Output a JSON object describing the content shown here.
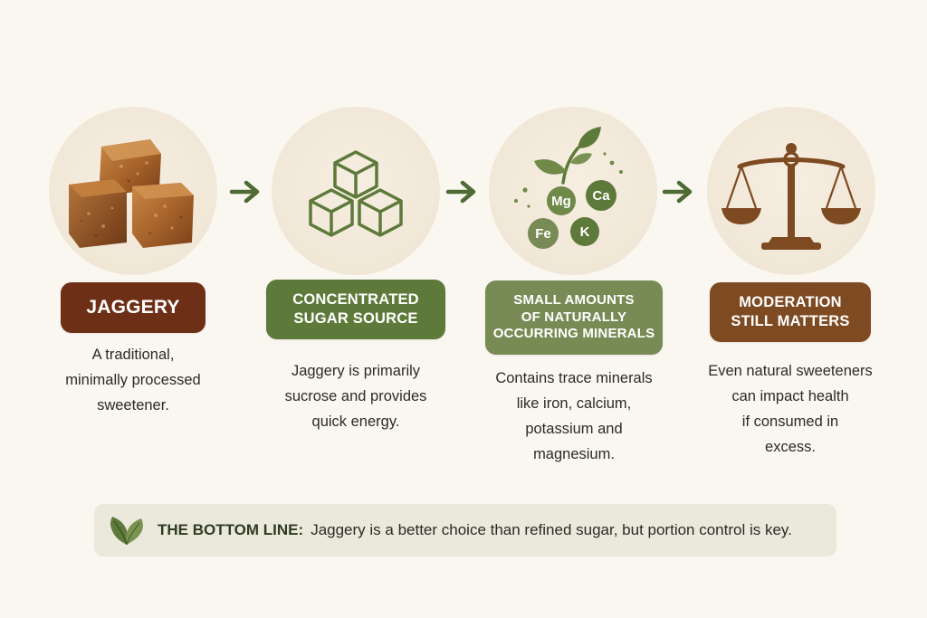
{
  "steps": [
    {
      "title_lines": [
        "JAGGERY"
      ],
      "desc_lines": [
        "A traditional,",
        "minimally processed",
        "sweetener."
      ],
      "icon": "jaggery-cubes-icon",
      "color": "#6e2f17"
    },
    {
      "title_lines": [
        "CONCENTRATED",
        "SUGAR SOURCE"
      ],
      "desc_lines": [
        "Jaggery is primarily",
        "sucrose and provides",
        "quick energy."
      ],
      "icon": "sugar-cubes-icon",
      "color": "#5d7a3a"
    },
    {
      "title_lines": [
        "SMALL AMOUNTS",
        "OF NATURALLY",
        "OCCURRING MINERALS"
      ],
      "desc_lines": [
        "Contains trace minerals",
        "like iron, calcium,",
        "potassium and",
        "magnesium."
      ],
      "icon": "minerals-plant-icon",
      "color": "#788b55",
      "minerals": [
        "Mg",
        "Ca",
        "Fe",
        "K"
      ]
    },
    {
      "title_lines": [
        "MODERATION",
        "STILL MATTERS"
      ],
      "desc_lines": [
        "Even natural sweeteners",
        "can impact health",
        "if consumed in",
        "excess."
      ],
      "icon": "balance-scale-icon",
      "color": "#7e4a22"
    }
  ],
  "arrow_icon": "arrow-right-icon",
  "bottom_line": {
    "label": "THE BOTTOM LINE:",
    "text": "Jaggery is a better choice than refined sugar, but portion control is key.",
    "icon": "leaves-icon"
  },
  "colors": {
    "background": "#faf7f1",
    "arrow": "#4f6b34",
    "bar": "#ebe9dc"
  }
}
